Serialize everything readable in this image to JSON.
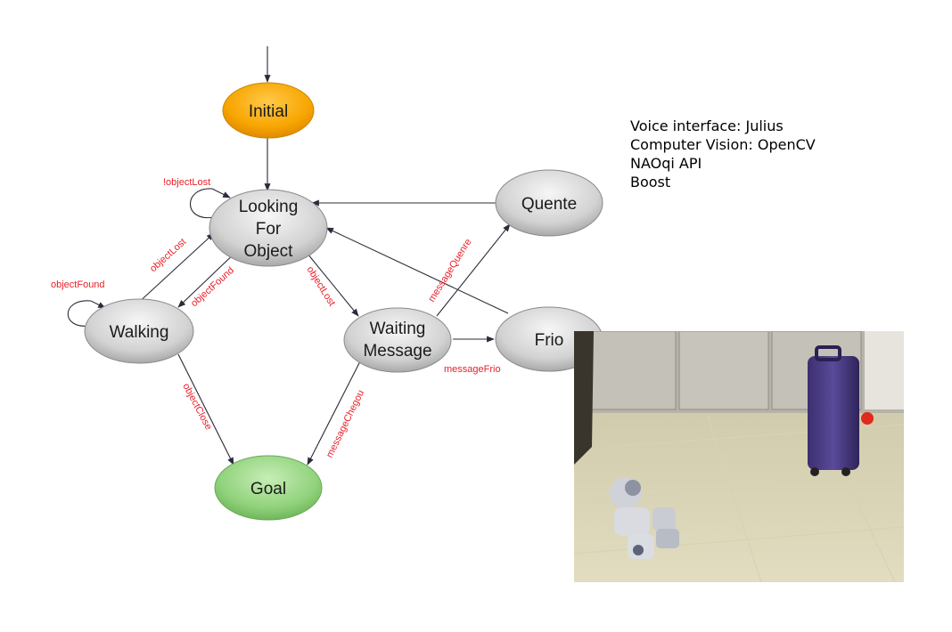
{
  "states": {
    "initial": {
      "lines": [
        "Initial"
      ]
    },
    "looking": {
      "lines": [
        "Looking",
        "For",
        "Object"
      ]
    },
    "walking": {
      "lines": [
        "Walking"
      ]
    },
    "waiting": {
      "lines": [
        "Waiting",
        "Message"
      ]
    },
    "quente": {
      "lines": [
        "Quente"
      ]
    },
    "frio": {
      "lines": [
        "Frio"
      ]
    },
    "goal": {
      "lines": [
        "Goal"
      ]
    }
  },
  "transitions": {
    "looking_self": "!objectLost",
    "walking_to_looking": "objectLost",
    "looking_to_walking": "objectFound",
    "walking_self": "objectFound",
    "looking_to_waiting": "objectLost",
    "waiting_to_quente": "messageQuenre",
    "waiting_to_frio": "messageFrio",
    "walking_to_goal": "objectClose",
    "waiting_to_goal": "messageChegou"
  },
  "info": {
    "line1": "Voice interface: Julius",
    "line2": "Computer Vision: OpenCV",
    "line3": "NAOqi API",
    "line4": "Boost"
  },
  "colors": {
    "initial": "#f7a500",
    "goal": "#8fd07a",
    "state": "#d6d6d6",
    "edge_label": "#e8202a"
  },
  "photo": {
    "subject": "NAO robot on tiled floor near purple suitcase and red ball"
  }
}
